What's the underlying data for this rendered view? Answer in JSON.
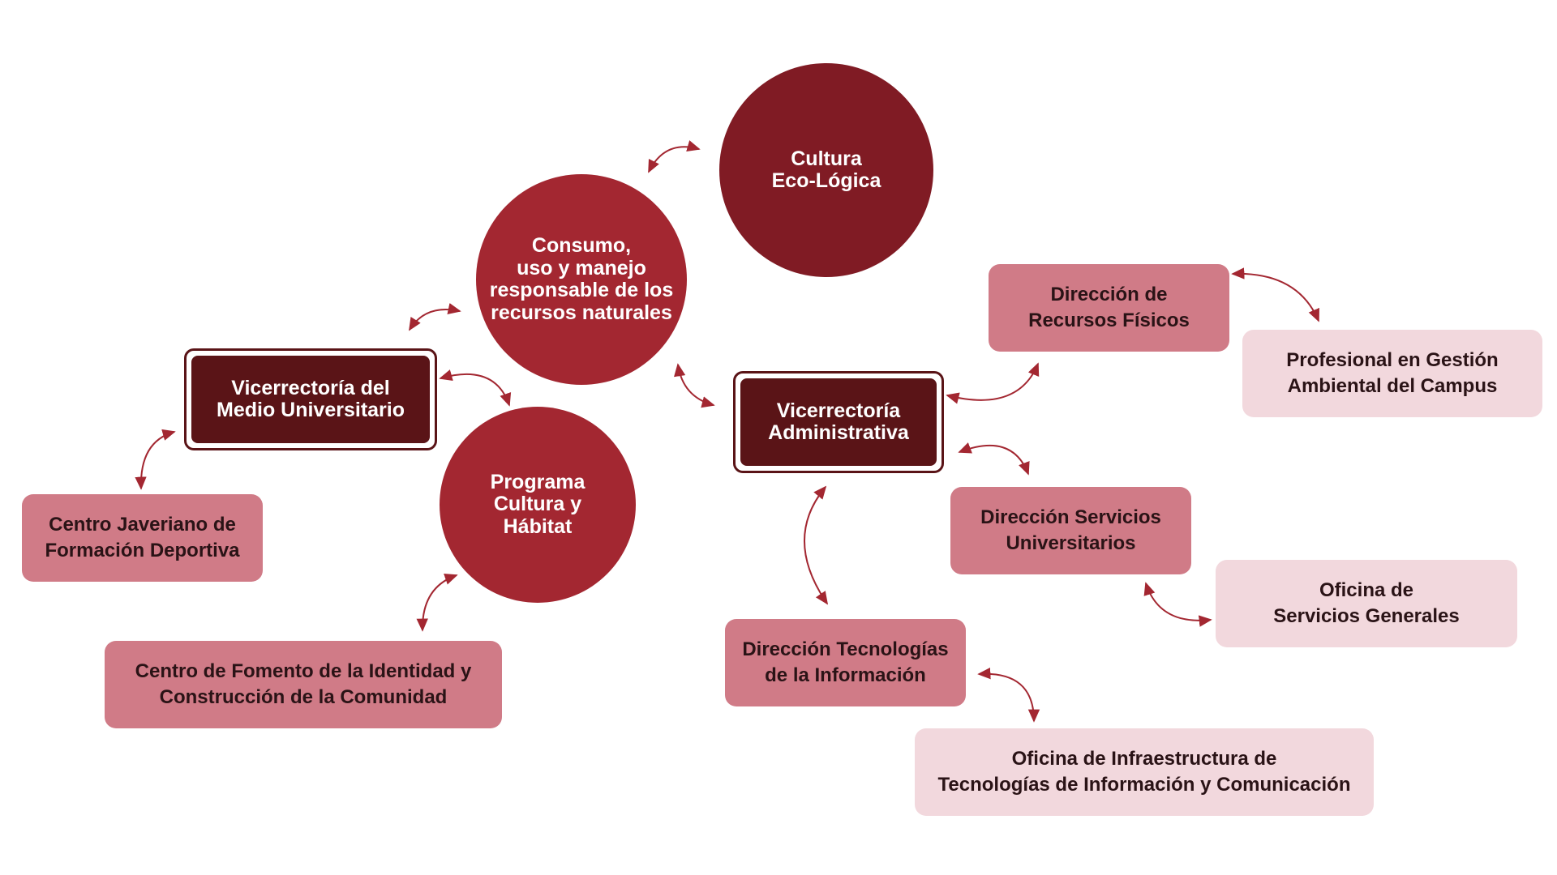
{
  "colors": {
    "circle_dark": "#801b24",
    "circle_red": "#a32731",
    "vice_dark": "#5a1417",
    "box_mid": "#d07b87",
    "box_light": "#f2d8dd",
    "arrow": "#a32731"
  },
  "circles": {
    "cultura": "Cultura\nEco-Lógica",
    "consumo": "Consumo,\nuso y manejo\nresponsable de los\nrecursos naturales",
    "programa": "Programa\nCultura y\nHábitat"
  },
  "vicerrectorias": {
    "medio": "Vicerrectoría del\nMedio Universitario",
    "administrativa": "Vicerrectoría\nAdministrativa"
  },
  "boxes": {
    "recursos_fisicos": "Dirección de\nRecursos Físicos",
    "gestion_ambiental": "Profesional en Gestión\nAmbiental del Campus",
    "servicios_universitarios": "Dirección Servicios\nUniversitarios",
    "servicios_generales": "Oficina de\nServicios Generales",
    "tecnologias": "Dirección Tecnologías\nde la Información",
    "infraestructura": "Oficina de Infraestructura de\nTecnologías de Información y Comunicación",
    "centro_deportivo": "Centro Javeriano de\nFormación Deportiva",
    "centro_identidad": "Centro de Fomento de la Identidad y\nConstrucción de la Comunidad"
  }
}
